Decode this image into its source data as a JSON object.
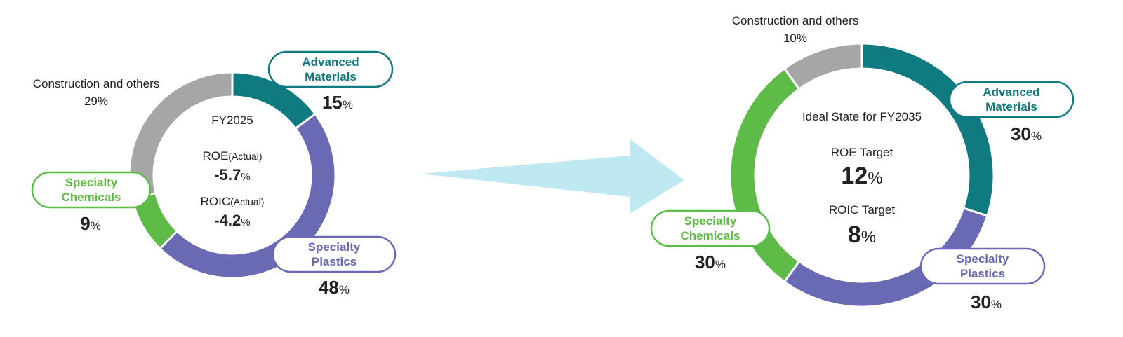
{
  "colors": {
    "advanced": "#0f7a80",
    "plastics": "#6a6ab4",
    "chemicals": "#5fbb47",
    "others": "#a6a6a6",
    "arrow": "#bfe9f0"
  },
  "chart_data": [
    {
      "type": "pie",
      "center_title": "FY2025",
      "metrics": [
        {
          "label": "ROE",
          "qualifier": "(Actual)",
          "value": "-5.7",
          "unit": "%"
        },
        {
          "label": "ROIC",
          "qualifier": "(Actual)",
          "value": "-4.2",
          "unit": "%"
        }
      ],
      "slices": [
        {
          "name": "Advanced Materials",
          "line1": "Advanced",
          "line2": "Materials",
          "value": 15,
          "pct": "15",
          "unit": "%",
          "color": "#0f7a80",
          "boxed": true
        },
        {
          "name": "Specialty Plastics",
          "line1": "Specialty",
          "line2": "Plastics",
          "value": 48,
          "pct": "48",
          "unit": "%",
          "color": "#6a6ab4",
          "boxed": true
        },
        {
          "name": "Specialty Chemicals",
          "line1": "Specialty",
          "line2": "Chemicals",
          "value": 9,
          "pct": "9",
          "unit": "%",
          "color": "#5fbb47",
          "boxed": true
        },
        {
          "name": "Construction and others",
          "line1": "Construction and others",
          "line2": "",
          "value": 29,
          "pct": "29",
          "unit": "%",
          "color": "#a6a6a6",
          "boxed": false
        }
      ]
    },
    {
      "type": "pie",
      "center_title": "Ideal State for FY2035",
      "metrics": [
        {
          "label": "ROE Target",
          "qualifier": "",
          "value": "12",
          "unit": "%"
        },
        {
          "label": "ROIC Target",
          "qualifier": "",
          "value": "8",
          "unit": "%"
        }
      ],
      "slices": [
        {
          "name": "Advanced Materials",
          "line1": "Advanced",
          "line2": "Materials",
          "value": 30,
          "pct": "30",
          "unit": "%",
          "color": "#0f7a80",
          "boxed": true
        },
        {
          "name": "Specialty Plastics",
          "line1": "Specialty",
          "line2": "Plastics",
          "value": 30,
          "pct": "30",
          "unit": "%",
          "color": "#6a6ab4",
          "boxed": true
        },
        {
          "name": "Specialty Chemicals",
          "line1": "Specialty",
          "line2": "Chemicals",
          "value": 30,
          "pct": "30",
          "unit": "%",
          "color": "#5fbb47",
          "boxed": true
        },
        {
          "name": "Construction and others",
          "line1": "Construction and others",
          "line2": "",
          "value": 10,
          "pct": "10",
          "unit": "%",
          "color": "#a6a6a6",
          "boxed": false
        }
      ]
    }
  ]
}
